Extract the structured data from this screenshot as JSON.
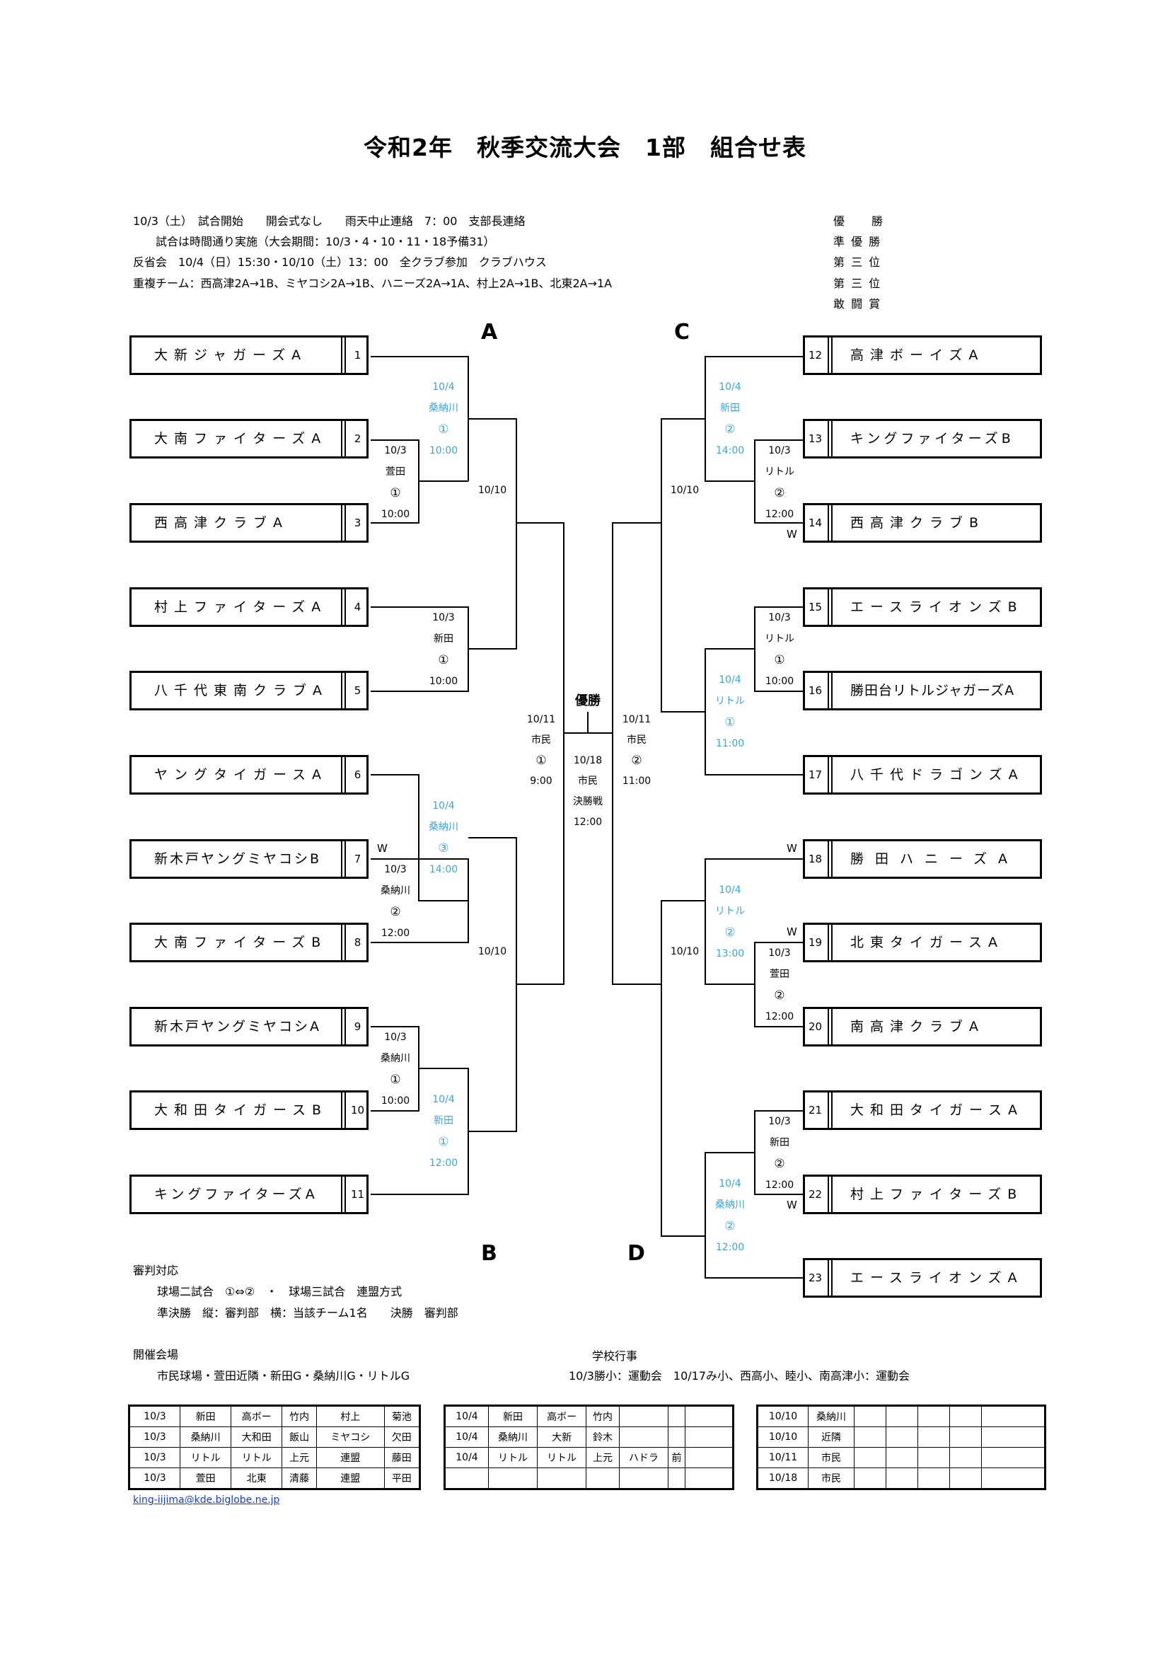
{
  "title": "令和2年　秋季交流大会　1部　組合せ表",
  "notes": [
    "10/3（土）　試合開始　　開会式なし　　雨天中止連絡　7：00　支部長連絡",
    "　　試合は時間通り実施（大会期間：10/3・4・10・11・18予備31）",
    "反省会　10/4（日）15:30・10/10（土）13：00　全クラブ参加　クラブハウス",
    "重複チーム：西高津2A→1B、ミヤコシ2A→1B、ハニーズ2A→1A、村上2A→1B、北東2A→1A"
  ],
  "awards": [
    "優　　勝",
    "準 優 勝",
    "第 三 位",
    "第 三 位",
    "敢 闘 賞"
  ],
  "groups": {
    "a": "A",
    "b": "B",
    "c": "C",
    "d": "D"
  },
  "left_teams": [
    {
      "name": "大新ジャガーズA",
      "num": "1"
    },
    {
      "name": "大南ファイターズA",
      "num": "2"
    },
    {
      "name": "西高津クラブA",
      "num": "3"
    },
    {
      "name": "村上ファイターズA",
      "num": "4"
    },
    {
      "name": "八千代東南クラブA",
      "num": "5"
    },
    {
      "name": "ヤングタイガースA",
      "num": "6"
    },
    {
      "name": "新木戸ヤングミヤコシB",
      "num": "7"
    },
    {
      "name": "大南ファイターズB",
      "num": "8"
    },
    {
      "name": "新木戸ヤングミヤコシA",
      "num": "9"
    },
    {
      "name": "大和田タイガースB",
      "num": "10"
    },
    {
      "name": "キングファイターズA",
      "num": "11"
    }
  ],
  "right_teams": [
    {
      "name": "高津ボーイズA",
      "num": "12"
    },
    {
      "name": "キングファイターズB",
      "num": "13"
    },
    {
      "name": "西高津クラブB",
      "num": "14"
    },
    {
      "name": "エースライオンズB",
      "num": "15"
    },
    {
      "name": "勝田台リトルジャガーズA",
      "num": "16"
    },
    {
      "name": "八千代ドラゴンズA",
      "num": "17"
    },
    {
      "name": "勝田ハニーズA",
      "num": "18"
    },
    {
      "name": "北東タイガースA",
      "num": "19"
    },
    {
      "name": "南高津クラブA",
      "num": "20"
    },
    {
      "name": "大和田タイガースA",
      "num": "21"
    },
    {
      "name": "村上ファイターズB",
      "num": "22"
    },
    {
      "name": "エースライオンズA",
      "num": "23"
    }
  ],
  "matches": {
    "m1": [
      "10/4",
      "桑納川",
      "①",
      "10:00"
    ],
    "m2": [
      "10/3",
      "萱田",
      "①",
      "10:00"
    ],
    "m3": [
      "10/3",
      "新田",
      "①",
      "10:00"
    ],
    "m4": [
      "10/4",
      "桑納川",
      "③",
      "14:00"
    ],
    "m5": [
      "10/3",
      "桑納川",
      "②",
      "12:00"
    ],
    "m6": [
      "10/3",
      "桑納川",
      "①",
      "10:00"
    ],
    "m7": [
      "10/4",
      "新田",
      "①",
      "12:00"
    ],
    "m8": [
      "10/4",
      "新田",
      "②",
      "14:00"
    ],
    "m9": [
      "10/3",
      "リトル",
      "②",
      "12:00"
    ],
    "m10": [
      "10/3",
      "リトル",
      "①",
      "10:00"
    ],
    "m11": [
      "10/4",
      "リトル",
      "①",
      "11:00"
    ],
    "m12": [
      "10/4",
      "リトル",
      "②",
      "13:00"
    ],
    "m13": [
      "10/3",
      "萱田",
      "②",
      "12:00"
    ],
    "m14": [
      "10/3",
      "新田",
      "②",
      "12:00"
    ],
    "m15": [
      "10/4",
      "桑納川",
      "②",
      "12:00"
    ],
    "semi_left": [
      "10/11",
      "市民",
      "①",
      "9:00"
    ],
    "semi_right": [
      "10/11",
      "市民",
      "②",
      "11:00"
    ],
    "final": [
      "10/18",
      "市民",
      "決勝戦",
      "12:00"
    ]
  },
  "date_10_10": "10/10",
  "champion_label": "優勝",
  "walkover": "W",
  "referee": {
    "heading": "審判対応",
    "line1": "球場二試合　①⇔②　・　球場三試合　連盟方式",
    "line2": "準決勝　縦：審判部　横：当該チーム1名　　決勝　審判部"
  },
  "venue": {
    "heading": "開催会場",
    "line": "市民球場・萱田近隣・新田G・桑納川G・リトルG"
  },
  "school": {
    "heading": "学校行事",
    "line": "10/3勝小：運動会　10/17み小、西高小、睦小、南高津小：運動会"
  },
  "table1": [
    [
      "10/3",
      "新田",
      "高ボー",
      "竹内",
      "村上",
      "菊池"
    ],
    [
      "10/3",
      "桑納川",
      "大和田",
      "飯山",
      "ミヤコシ",
      "欠田"
    ],
    [
      "10/3",
      "リトル",
      "リトル",
      "上元",
      "連盟",
      "藤田"
    ],
    [
      "10/3",
      "萱田",
      "北東",
      "清藤",
      "連盟",
      "平田"
    ]
  ],
  "table2": [
    [
      "10/4",
      "新田",
      "高ボー",
      "竹内",
      "",
      "",
      ""
    ],
    [
      "10/4",
      "桑納川",
      "大新",
      "鈴木",
      "",
      "",
      ""
    ],
    [
      "10/4",
      "リトル",
      "リトル",
      "上元",
      "ハドラ",
      "前",
      ""
    ],
    [
      "",
      "",
      "",
      "",
      "",
      "",
      ""
    ]
  ],
  "table3": [
    [
      "10/10",
      "桑納川",
      "",
      "",
      "",
      "",
      ""
    ],
    [
      "10/10",
      "近隣",
      "",
      "",
      "",
      "",
      ""
    ],
    [
      "10/11",
      "市民",
      "",
      "",
      "",
      "",
      ""
    ],
    [
      "10/18",
      "市民",
      "",
      "",
      "",
      "",
      ""
    ]
  ],
  "email": "king-iijima@kde.biglobe.ne.jp"
}
